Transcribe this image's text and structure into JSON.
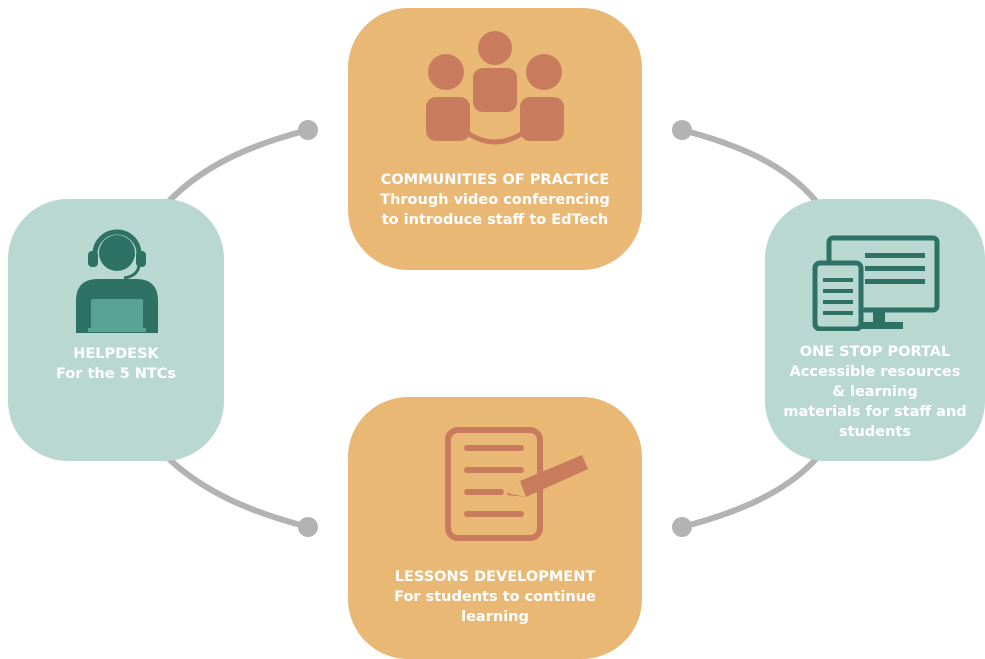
{
  "colors": {
    "orange_card": "#e8b874",
    "orange_icon": "#c97c5d",
    "teal_card": "#b9d8d1",
    "teal_icon": "#2e7265",
    "connector": "#b3b3b3"
  },
  "cards": {
    "community": {
      "icon": "people-meeting-icon",
      "title": "COMMUNITIES OF PRACTICE",
      "line1": "Through video conferencing",
      "line2": "to introduce staff to EdTech"
    },
    "helpdesk": {
      "icon": "headset-support-icon",
      "title": "HELPDESK",
      "line1": "For the 5 NTCs"
    },
    "portal": {
      "icon": "devices-icon",
      "title": "ONE STOP PORTAL",
      "line1": "Accessible resources",
      "line2": "& learning",
      "line3": "materials for staff and",
      "line4": "students"
    },
    "lessons": {
      "icon": "document-pencil-icon",
      "title": "LESSONS DEVELOPMENT",
      "line1": "For students to continue",
      "line2": "learning"
    }
  }
}
